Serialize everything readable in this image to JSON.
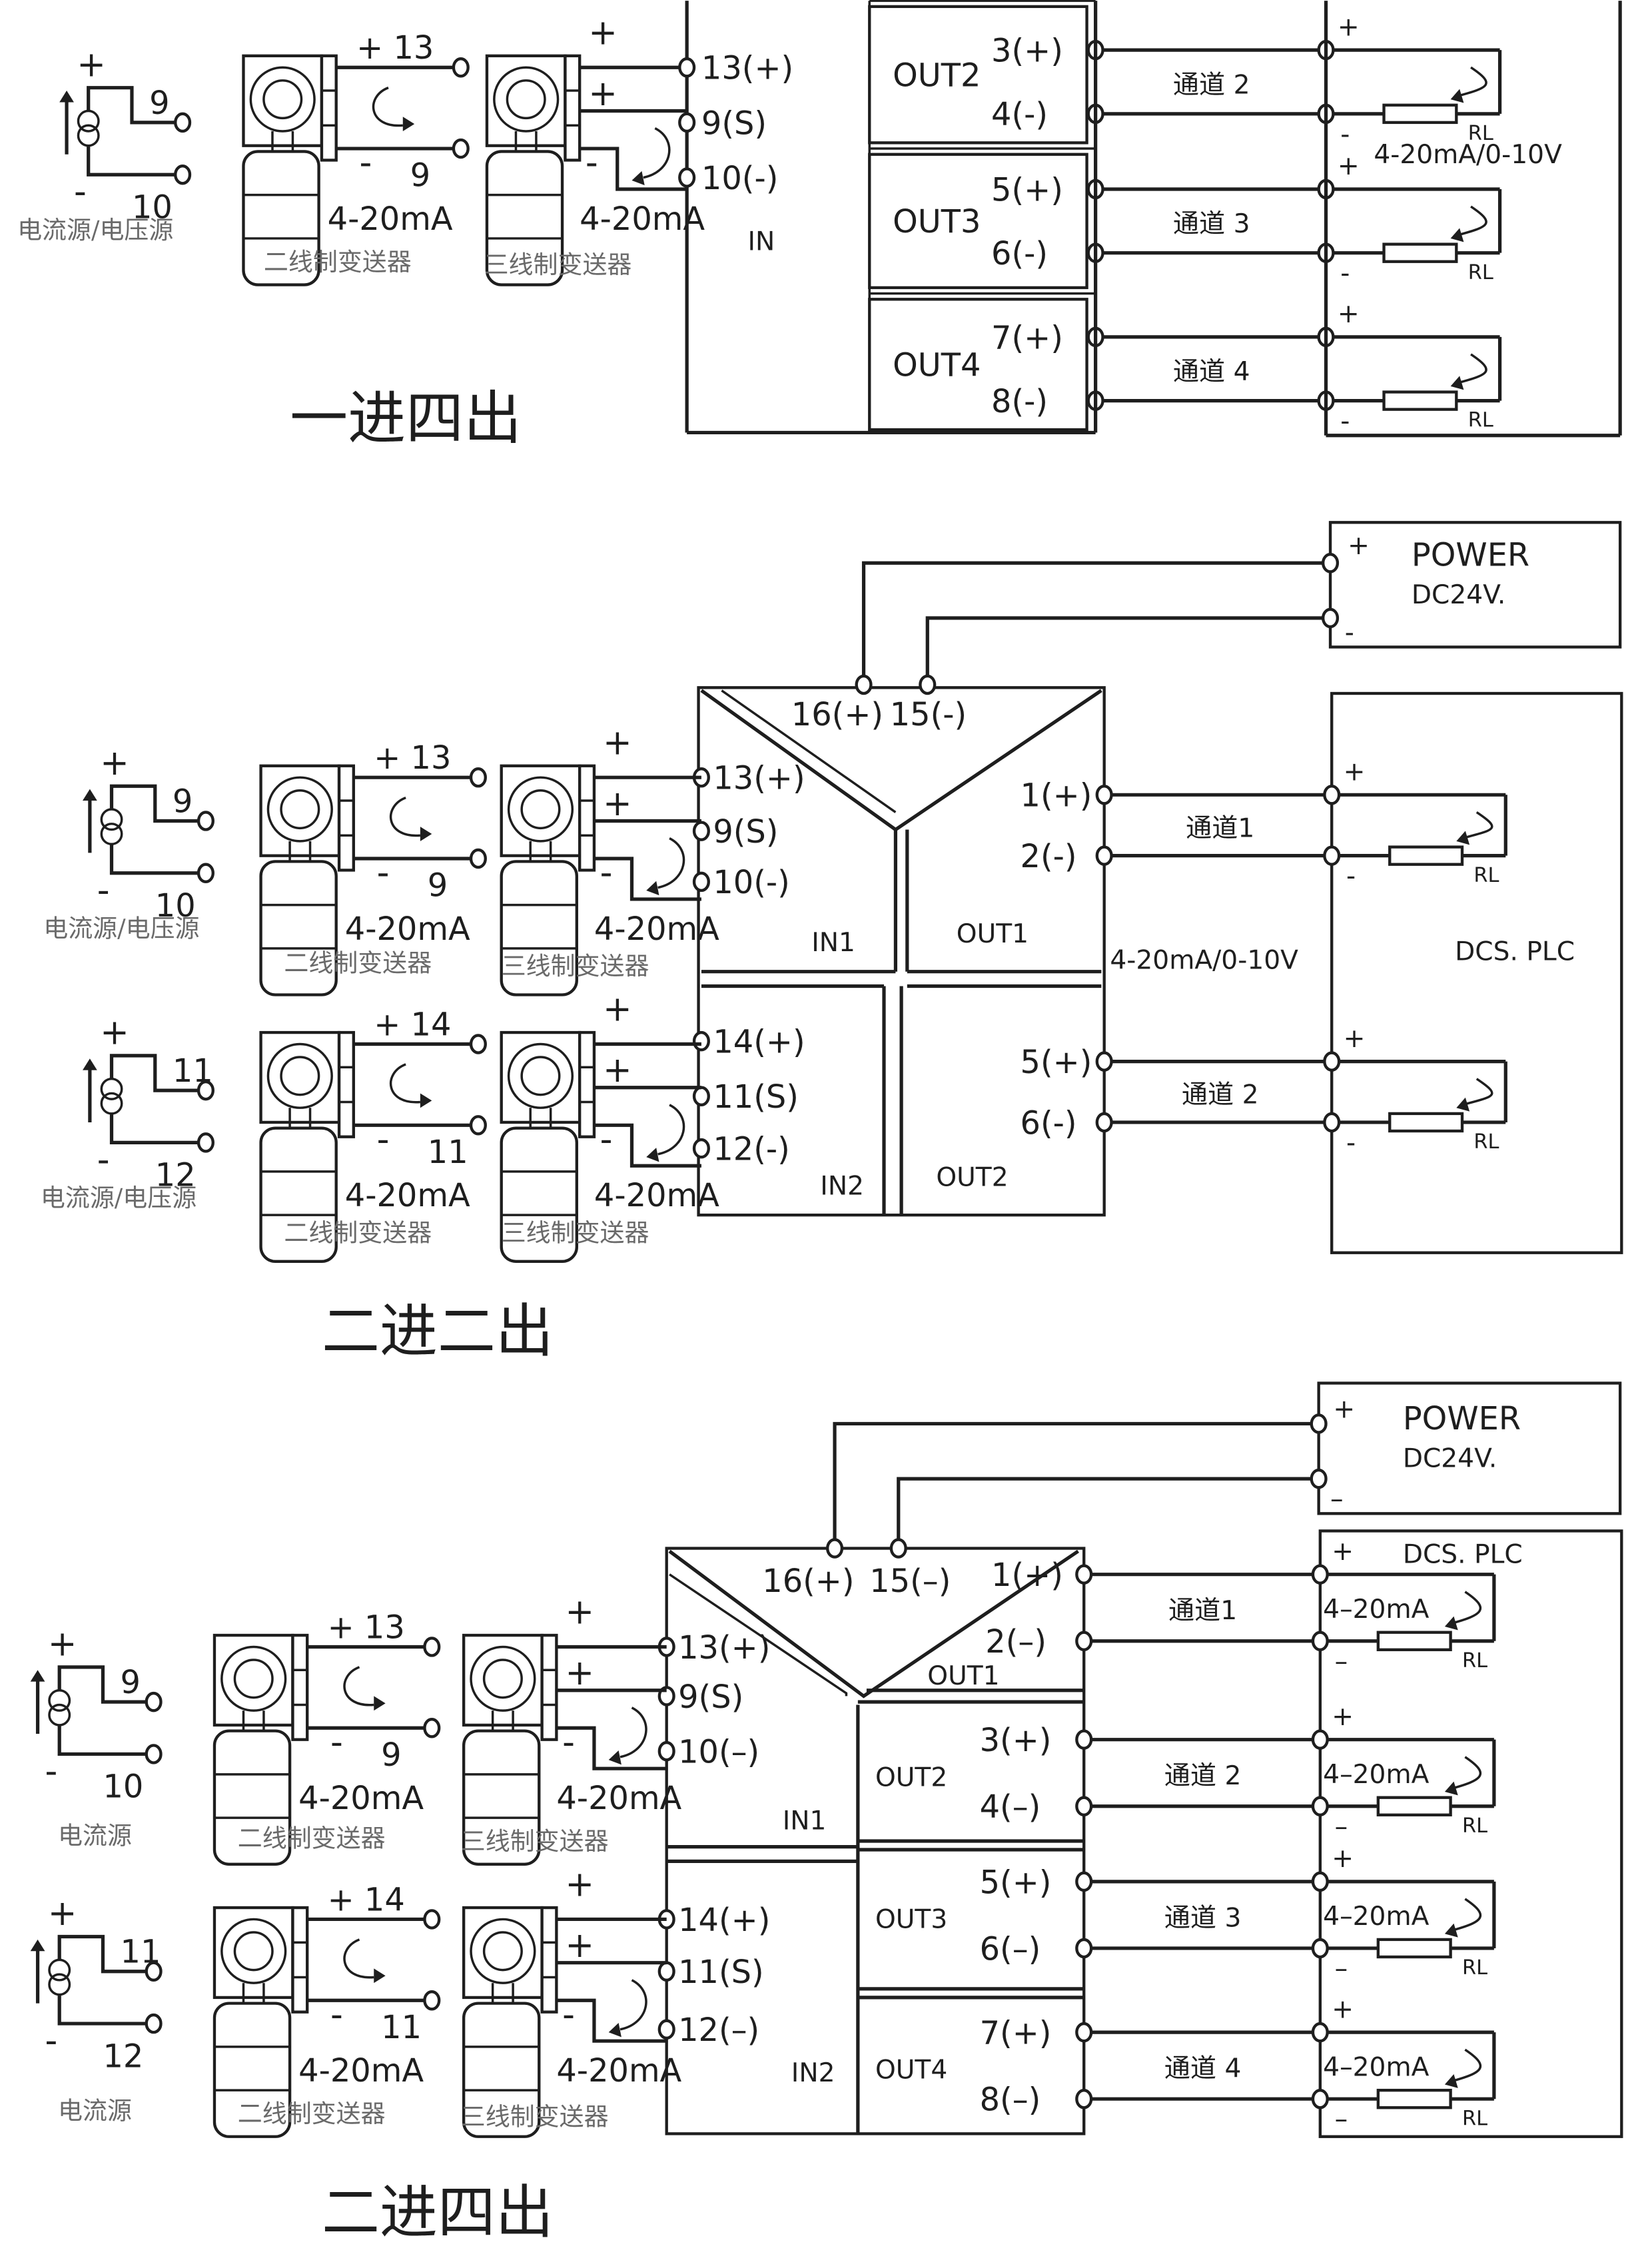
{
  "sections": [
    {
      "title": "一进四出",
      "sources": {
        "current_source_label": "电流源/电压源",
        "two_wire_label": "二线制变送器",
        "three_wire_label": "三线制变送器",
        "signal": "4-20mA",
        "src_plus": "+",
        "src_minus": "-",
        "src_t1": "9",
        "src_t2": "10",
        "tw_plus_term": "+ 13",
        "tw_minus": "-",
        "tw_minus_term": "9",
        "th_plus": "+",
        "th_plus2": "+",
        "th_minus": "-"
      },
      "module": {
        "inputs": [
          "13(+)",
          "9(S)",
          "10(-)"
        ],
        "input_label": "IN",
        "outputs": [
          {
            "name": "OUT2",
            "pos": "3(+)",
            "neg": "4(-)",
            "channel": "通道 2"
          },
          {
            "name": "OUT3",
            "pos": "5(+)",
            "neg": "6(-)",
            "channel": "通道 3"
          },
          {
            "name": "OUT4",
            "pos": "7(+)",
            "neg": "8(-)",
            "channel": "通道 4"
          }
        ]
      },
      "load": {
        "plus": "+",
        "minus": "-",
        "rl": "RL",
        "output_range": "4-20mA/0-10V"
      }
    },
    {
      "title": "二进二出",
      "power": {
        "label": "POWER",
        "voltage": "DC24V.",
        "plus": "+",
        "minus": "-"
      },
      "power_terms": [
        "16(+)",
        "15(-)"
      ],
      "dcs_label": "DCS. PLC",
      "output_range": "4-20mA/0-10V",
      "inputs": [
        {
          "terms": [
            "13(+)",
            "9(S)",
            "10(-)"
          ],
          "label": "IN1",
          "src_t1": "9",
          "src_t2": "10",
          "tw_plus_term": "+ 13",
          "tw_minus_term": "9"
        },
        {
          "terms": [
            "14(+)",
            "11(S)",
            "12(-)"
          ],
          "label": "IN2",
          "src_t1": "11",
          "src_t2": "12",
          "tw_plus_term": "+ 14",
          "tw_minus_term": "11"
        }
      ],
      "outputs": [
        {
          "name": "OUT1",
          "pos": "1(+)",
          "neg": "2(-)",
          "channel": "通道1"
        },
        {
          "name": "OUT2",
          "pos": "5(+)",
          "neg": "6(-)",
          "channel": "通道 2"
        }
      ],
      "sources": {
        "current_source_label": "电流源/电压源",
        "two_wire_label": "二线制变送器",
        "three_wire_label": "三线制变送器",
        "signal": "4-20mA"
      },
      "load": {
        "plus": "+",
        "minus": "-",
        "rl": "RL"
      }
    },
    {
      "title": "二进四出",
      "power": {
        "label": "POWER",
        "voltage": "DC24V.",
        "plus": "+",
        "minus": "–"
      },
      "power_terms": [
        "16(+)",
        "15(–)"
      ],
      "dcs_label": "DCS. PLC",
      "inputs": [
        {
          "terms": [
            "13(+)",
            "9(S)",
            "10(–)"
          ],
          "label": "IN1",
          "src_t1": "9",
          "src_t2": "10",
          "tw_plus_term": "+ 13",
          "tw_minus_term": "9"
        },
        {
          "terms": [
            "14(+)",
            "11(S)",
            "12(–)"
          ],
          "label": "IN2",
          "src_t1": "11",
          "src_t2": "12",
          "tw_plus_term": "+ 14",
          "tw_minus_term": "11"
        }
      ],
      "outputs": [
        {
          "name": "OUT1",
          "pos": "1(+)",
          "neg": "2(–)",
          "channel": "通道1"
        },
        {
          "name": "OUT2",
          "pos": "3(+)",
          "neg": "4(–)",
          "channel": "通道 2"
        },
        {
          "name": "OUT3",
          "pos": "5(+)",
          "neg": "6(–)",
          "channel": "通道 3"
        },
        {
          "name": "OUT4",
          "pos": "7(+)",
          "neg": "8(–)",
          "channel": "通道 4"
        }
      ],
      "sources": {
        "current_source_label": "电流源",
        "two_wire_label": "二线制变送器",
        "three_wire_label": "三线制变送器",
        "signal": "4–20mA"
      },
      "load": {
        "plus": "+",
        "minus": "–",
        "rl": "RL",
        "signal": "4–20mA"
      }
    }
  ]
}
